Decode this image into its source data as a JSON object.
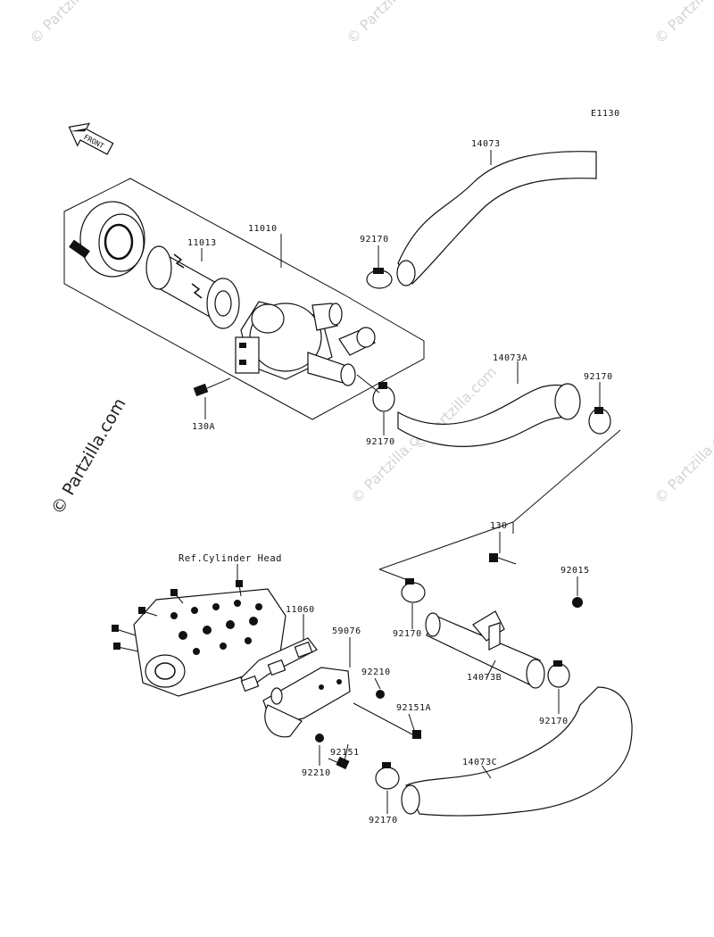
{
  "diagram": {
    "code": "E1130",
    "front_label": "FRONT",
    "ref_label": "Ref.Cylinder Head",
    "parts": {
      "p14073": "14073",
      "p11010": "11010",
      "p11013": "11013",
      "p92170_a": "92170",
      "p14073A": "14073A",
      "p92170_b": "92170",
      "p92170_c": "92170",
      "p130A": "130A",
      "p130": "130",
      "p92015": "92015",
      "p92170_d": "92170",
      "p14073B": "14073B",
      "p92170_e": "92170",
      "p11060": "11060",
      "p59076": "59076",
      "p92210_a": "92210",
      "p92151A": "92151A",
      "p92151": "92151",
      "p92210_b": "92210",
      "p14073C": "14073C",
      "p92170_f": "92170"
    }
  },
  "watermark": {
    "side_text": "© Partzilla.com",
    "small_text": "© Partzilla.com"
  }
}
